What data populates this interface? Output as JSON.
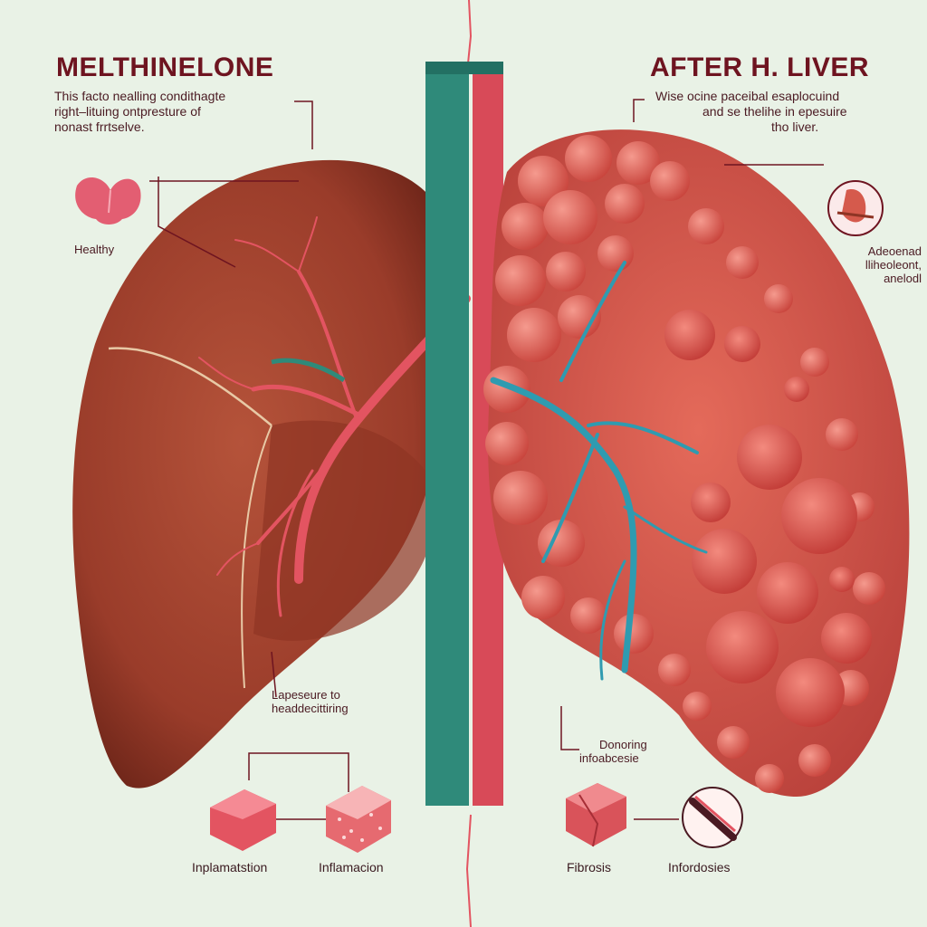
{
  "left": {
    "title": "MELTHINELONE",
    "description": [
      "This facto nealling condithagte",
      "right–lituing ontpresture of",
      "nonast frrtselve."
    ],
    "healthy_label": "Healthy",
    "exposure_label": [
      "Lapeseure to",
      "headdecittiring"
    ],
    "bottom_labels": [
      "Inplamatstion",
      "Inflamacion"
    ]
  },
  "right": {
    "title": "AFTER H. LIVER",
    "description": [
      "Wise ocine paceibal esaplocuind",
      "and se thelihe in epesuire",
      "tho liver."
    ],
    "advanced_label": [
      "Adeoenad",
      "lliheoleont,",
      "anelodl"
    ],
    "damage_label": [
      "Donoring",
      "infoabcesie"
    ],
    "bottom_labels": [
      "Fibrosis",
      "Infordosies"
    ]
  },
  "colors": {
    "background": "#e9f2e6",
    "healthy_liver": "#a4432e",
    "damaged_liver": "#d55a4c",
    "artery": "#e35461",
    "vein": "#2f8a7a",
    "title": "#6e1420"
  }
}
